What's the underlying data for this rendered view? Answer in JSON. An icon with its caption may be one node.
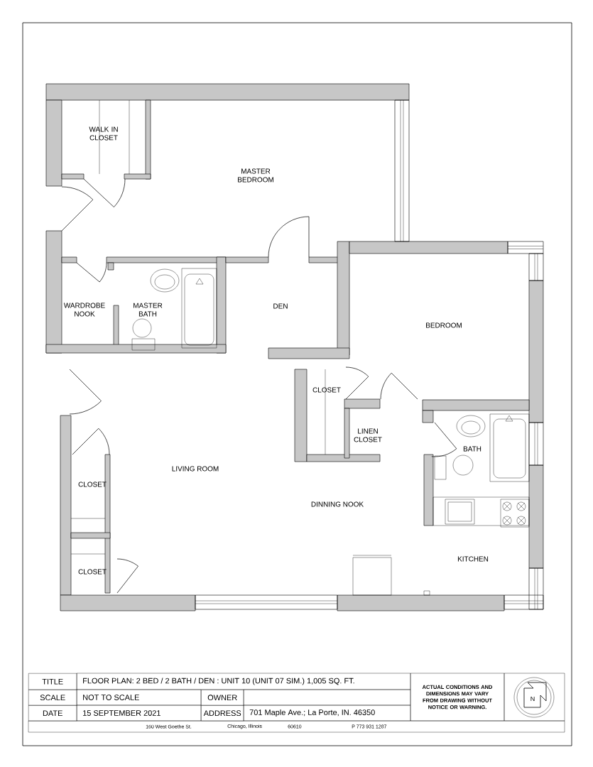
{
  "diagram": {
    "labels": [
      "WALK IN CLOSET",
      "MASTER BEDROOM",
      "WARDROBE NOOK",
      "MASTER BATH",
      "DEN",
      "BEDROOM",
      "CLOSET",
      "LINEN CLOSET",
      "BATH",
      "CLOSET",
      "LIVING ROOM",
      "DINNING NOOK",
      "KITCHEN",
      "CLOSET",
      "TITLE",
      "FLOOR PLAN: 2 BED / 2 BATH / DEN : UNIT 10 (UNIT 07 SIM.) 1,005 SQ. FT.",
      "ACTUAL CONDITIONS AND DIMENSIONS MAY VARY FROM DRAWING WITHOUT NOTICE OR WARNING.",
      "N",
      "SCALE",
      "NOT TO SCALE",
      "OWNER",
      "DATE",
      "15 SEPTEMBER 2021",
      "ADDRESS",
      "701 Maple Ave.; La Porte, IN.  46350",
      "160 West Goethe St.",
      "Chicago, Illinois",
      "60610",
      "P 773 931 1287"
    ]
  }
}
